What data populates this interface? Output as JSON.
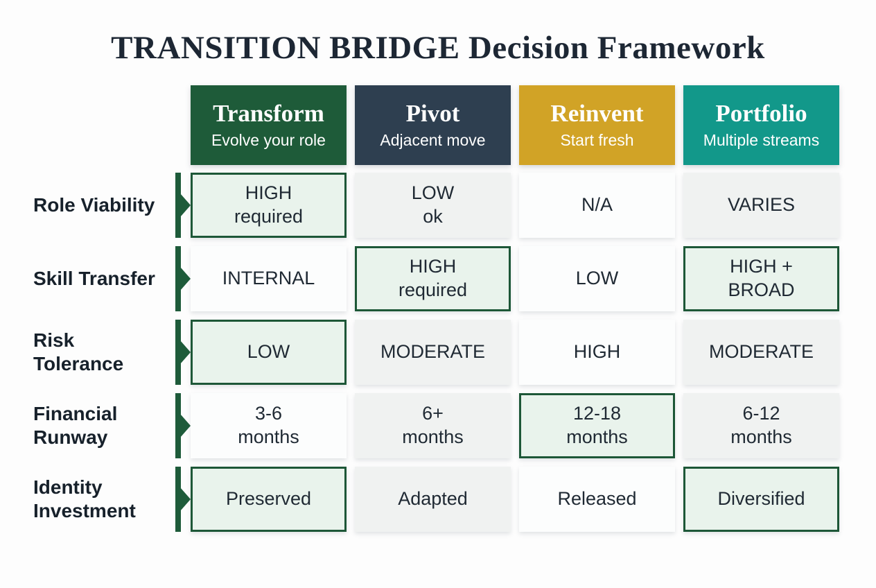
{
  "title": "TRANSITION BRIDGE Decision Framework",
  "colors": {
    "title_text": "#1d2734",
    "transform_header": "#1e5b39",
    "pivot_header": "#2e3f50",
    "reinvent_header": "#d1a326",
    "portfolio_header": "#12988a",
    "highlight_cell_bg": "#e9f3ec",
    "highlight_cell_border": "#1d5737",
    "gray_cell_bg": "#f0f2f1",
    "white_cell_bg": "#fcfdfd",
    "arrow_marker": "#1e5b3a"
  },
  "columns": [
    {
      "label": "Transform",
      "subtitle": "Evolve your role"
    },
    {
      "label": "Pivot",
      "subtitle": "Adjacent move"
    },
    {
      "label": "Reinvent",
      "subtitle": "Start fresh"
    },
    {
      "label": "Portfolio",
      "subtitle": "Multiple streams"
    }
  ],
  "rows": [
    {
      "label": "Role Viability",
      "cells": [
        {
          "text": "HIGH\nrequired",
          "variant": "highlight"
        },
        {
          "text": "LOW\nok",
          "variant": "gray"
        },
        {
          "text": "N/A",
          "variant": "white"
        },
        {
          "text": "VARIES",
          "variant": "gray"
        }
      ]
    },
    {
      "label": "Skill Transfer",
      "cells": [
        {
          "text": "INTERNAL",
          "variant": "white"
        },
        {
          "text": "HIGH\nrequired",
          "variant": "highlight"
        },
        {
          "text": "LOW",
          "variant": "white"
        },
        {
          "text": "HIGH +\nBROAD",
          "variant": "highlight"
        }
      ]
    },
    {
      "label": "Risk\nTolerance",
      "cells": [
        {
          "text": "LOW",
          "variant": "highlight"
        },
        {
          "text": "MODERATE",
          "variant": "gray"
        },
        {
          "text": "HIGH",
          "variant": "white"
        },
        {
          "text": "MODERATE",
          "variant": "gray"
        }
      ]
    },
    {
      "label": "Financial\nRunway",
      "cells": [
        {
          "text": "3-6\nmonths",
          "variant": "white"
        },
        {
          "text": "6+\nmonths",
          "variant": "gray"
        },
        {
          "text": "12-18\nmonths",
          "variant": "highlight"
        },
        {
          "text": "6-12\nmonths",
          "variant": "gray"
        }
      ]
    },
    {
      "label": "Identity\nInvestment",
      "cells": [
        {
          "text": "Preserved",
          "variant": "highlight"
        },
        {
          "text": "Adapted",
          "variant": "gray"
        },
        {
          "text": "Released",
          "variant": "white"
        },
        {
          "text": "Diversified",
          "variant": "highlight"
        }
      ]
    }
  ]
}
